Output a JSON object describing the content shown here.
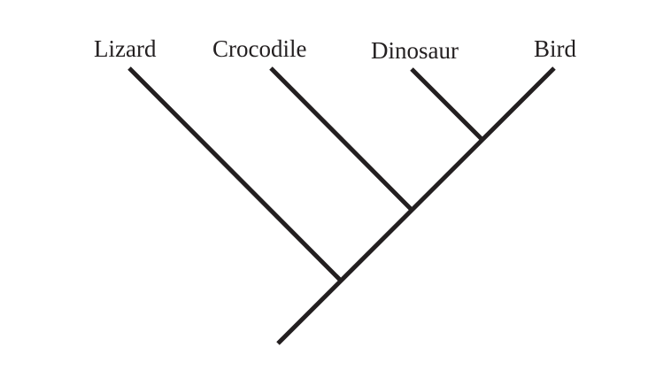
{
  "taxa": [
    {
      "name": "Lizard"
    },
    {
      "name": "Crocodile"
    },
    {
      "name": "Dinosaur"
    },
    {
      "name": "Bird"
    }
  ],
  "colors": {
    "line": "#231f20",
    "text": "#231f20",
    "background": "#ffffff"
  }
}
